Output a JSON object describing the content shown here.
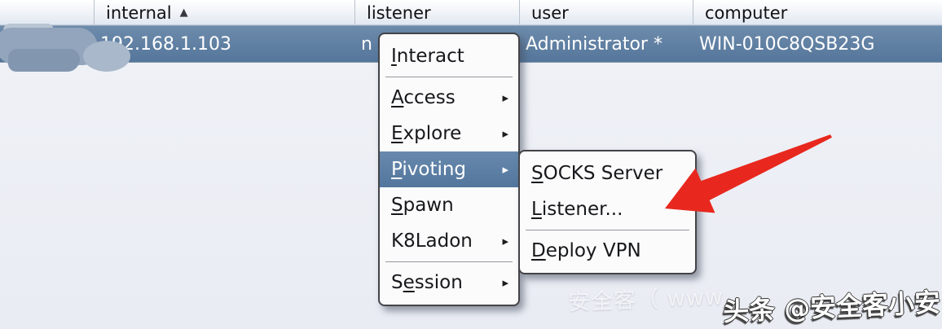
{
  "table": {
    "header": [
      "",
      "internal",
      "listener",
      "user",
      "computer"
    ],
    "sort_column": "internal",
    "sort_direction": "ascending",
    "row": {
      "internal": "192.168.1.103",
      "listener_visible": "n",
      "user": "Administrator *",
      "computer": "WIN-010C8QSB23G"
    }
  },
  "icons": {
    "sort_ascending": "▲",
    "submenu_arrow": "▸"
  },
  "context_menu": {
    "items": [
      {
        "pre": "",
        "key": "I",
        "post": "nteract",
        "arrow": ""
      },
      {
        "pre": "",
        "key": "A",
        "post": "ccess",
        "arrow": "▸"
      },
      {
        "pre": "",
        "key": "E",
        "post": "xplore",
        "arrow": "▸"
      },
      {
        "pre": "",
        "key": "P",
        "post": "ivoting",
        "arrow": "▸",
        "highlighted": true
      },
      {
        "pre": "",
        "key": "S",
        "post": "pawn",
        "arrow": ""
      },
      {
        "pre": "K8Ladon",
        "key": "",
        "post": "",
        "arrow": "▸"
      },
      {
        "pre": "S",
        "key": "e",
        "post": "ssion",
        "arrow": "▸"
      }
    ]
  },
  "pivot_submenu": {
    "items": [
      {
        "pre": "",
        "key": "S",
        "post": "OCKS Server"
      },
      {
        "pre": "",
        "key": "L",
        "post": "istener..."
      },
      {
        "pre": "",
        "key": "D",
        "post": "eploy VPN"
      }
    ]
  },
  "annotation": {
    "target": "Listener...",
    "arrow_color": "#e8281e"
  },
  "watermarks": {
    "faint": "安全客（ www",
    "badge": "头条 @安全客小安"
  },
  "colors": {
    "selection_blue": "#5d7ea6",
    "menu_highlight": "#5b7ea8",
    "menu_background": "#fbfbfc",
    "arrow_red": "#e8281e"
  }
}
